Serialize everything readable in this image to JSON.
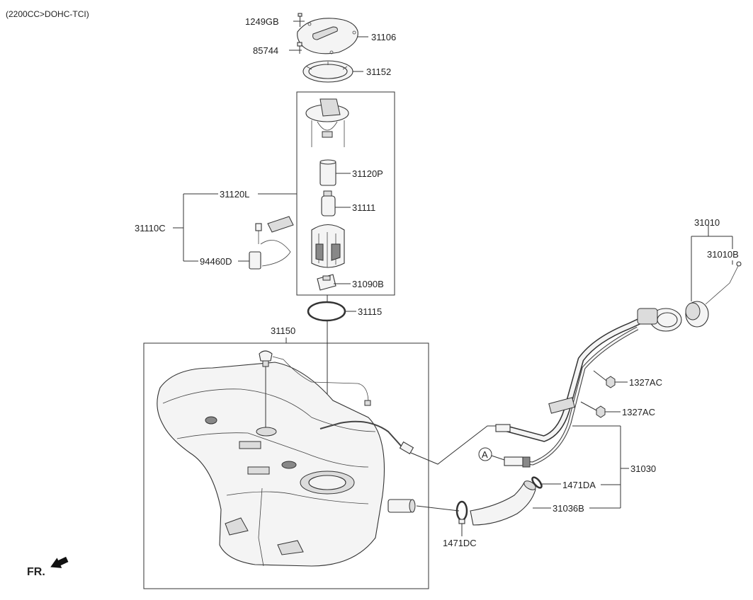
{
  "header": {
    "engine_note": "(2200CC>DOHC-TCI)"
  },
  "parts": {
    "p1249GB": "1249GB",
    "p31106": "31106",
    "p85744": "85744",
    "p31152": "31152",
    "p31120P": "31120P",
    "p31120L": "31120L",
    "p31111": "31111",
    "p31110C": "31110C",
    "p94460D": "94460D",
    "p31090B": "31090B",
    "p31115": "31115",
    "p31150": "31150",
    "p31010": "31010",
    "p31010B": "31010B",
    "p1327AC_a": "1327AC",
    "p1327AC_b": "1327AC",
    "p31030": "31030",
    "p1471DA": "1471DA",
    "p31036B": "31036B",
    "p1471DC": "1471DC"
  },
  "markers": {
    "circle_a": "A"
  },
  "orientation": {
    "front_label": "FR."
  }
}
